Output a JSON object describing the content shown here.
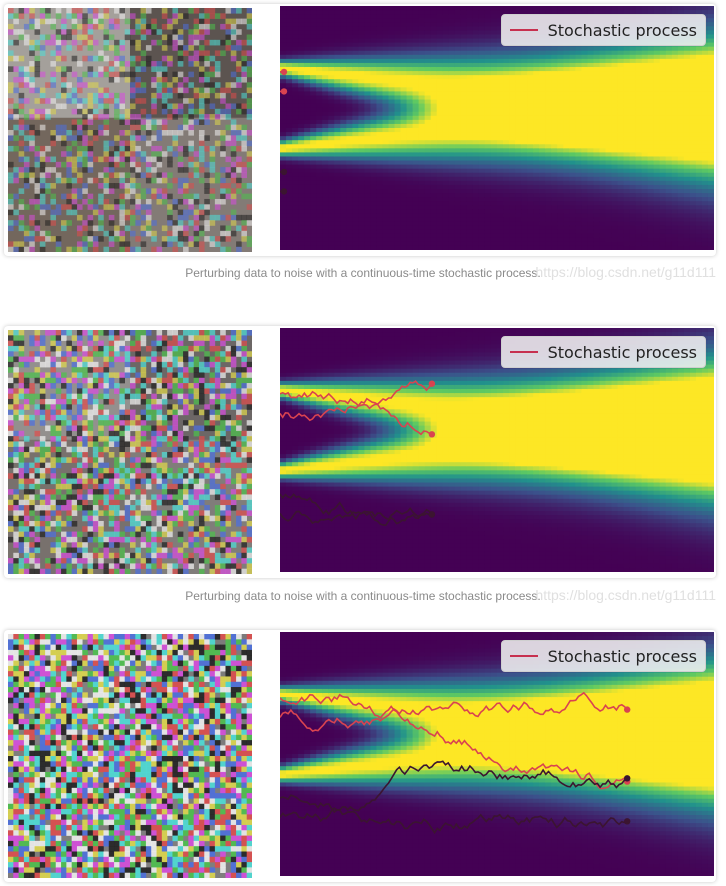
{
  "colors": {
    "viridis_dark": "#440154",
    "viridis_yellow": "#fde725",
    "path_red": "#d94350",
    "path_dark": "#3b1530",
    "legend_line": "#c7304f"
  },
  "panels": [
    {
      "legend_label": "Stochastic process",
      "noise_level": 0.35,
      "time_progress": 0.0,
      "image_icon": "noisy-bedroom-image"
    },
    {
      "legend_label": "Stochastic process",
      "noise_level": 0.65,
      "time_progress": 0.35,
      "image_icon": "noisy-bedroom-image"
    },
    {
      "legend_label": "Stochastic process",
      "noise_level": 0.95,
      "time_progress": 0.8,
      "image_icon": "noisy-bedroom-image"
    }
  ],
  "captions": [
    {
      "text": "Perturbing data to noise with a continuous-time stochastic process.",
      "watermark": "https://blog.csdn.net/g11d111"
    },
    {
      "text": "Perturbing data to noise with a continuous-time stochastic process.",
      "watermark": "https://blog.csdn.net/g11d111"
    }
  ]
}
